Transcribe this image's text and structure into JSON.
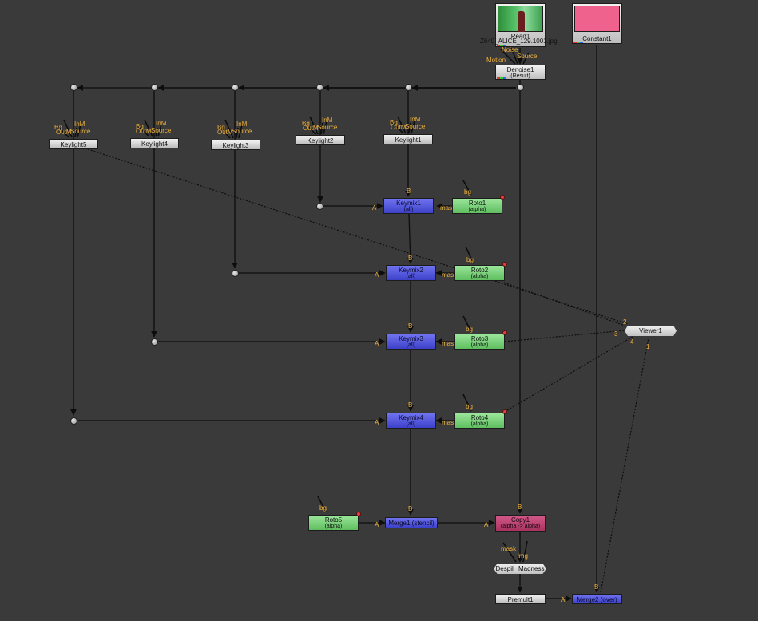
{
  "nodes": {
    "read1": {
      "name": "Read1",
      "file": "Z640_ALICE_129.1001.jpg"
    },
    "constant1": {
      "name": "Constant1",
      "color": "#f0628e"
    },
    "denoise1": {
      "name": "Denoise1",
      "sub": "(Result)"
    },
    "keylight1": {
      "name": "Keylight1"
    },
    "keylight2": {
      "name": "Keylight2"
    },
    "keylight3": {
      "name": "Keylight3"
    },
    "keylight4": {
      "name": "Keylight4"
    },
    "keylight5": {
      "name": "Keylight5"
    },
    "keymix1": {
      "name": "Keymix1",
      "sub": "(all)"
    },
    "keymix2": {
      "name": "Keymix2",
      "sub": "(all)"
    },
    "keymix3": {
      "name": "Keymix3",
      "sub": "(all)"
    },
    "keymix4": {
      "name": "Keymix4",
      "sub": "(all)"
    },
    "roto1": {
      "name": "Roto1",
      "sub": "(alpha)"
    },
    "roto2": {
      "name": "Roto2",
      "sub": "(alpha)"
    },
    "roto3": {
      "name": "Roto3",
      "sub": "(alpha)"
    },
    "roto4": {
      "name": "Roto4",
      "sub": "(alpha)"
    },
    "roto5": {
      "name": "Roto5",
      "sub": "(alpha)"
    },
    "merge1": {
      "name": "Merge1 (stencil)"
    },
    "copy1": {
      "name": "Copy1",
      "sub": "(alpha -> alpha)"
    },
    "despill": {
      "name": "Despill_Madness"
    },
    "premult1": {
      "name": "Premult1"
    },
    "merge2": {
      "name": "Merge2 (over)"
    },
    "viewer1": {
      "name": "Viewer1"
    }
  },
  "input_labels": {
    "keylight": {
      "bg": "Bg",
      "outm": "OutM",
      "inm": "InM",
      "source": "Source"
    },
    "denoise": {
      "noise": "Noise",
      "source": "Source",
      "motion": "Motion"
    },
    "a": "A",
    "b": "B",
    "mask": "mask",
    "bg": "bg",
    "img": "img",
    "viewer_inputs": [
      "2",
      "3",
      "4",
      "1"
    ]
  },
  "colors": {
    "background": "#3a3a3a",
    "pipe": "#0d0d0d",
    "input_label": "#f0b23c",
    "keymix_node": "#5558e0",
    "roto_node": "#7fd57f",
    "copy_node": "#bc4474",
    "constant_swatch": "#f0628e"
  }
}
